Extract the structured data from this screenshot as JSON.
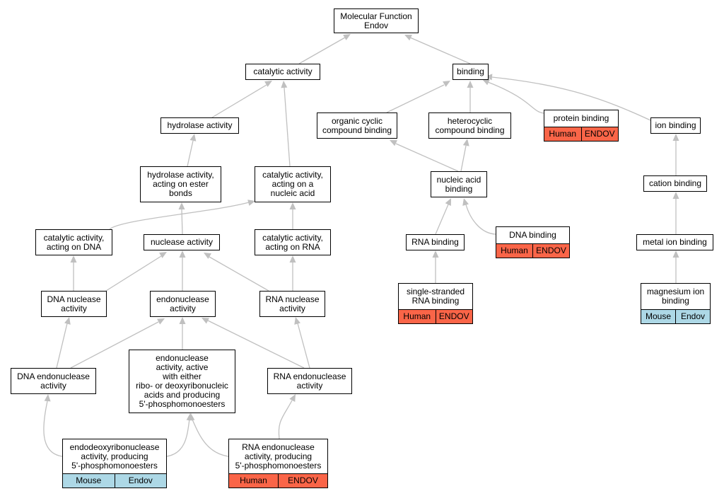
{
  "colors": {
    "human": "#fa6548",
    "mouse": "#add8e6",
    "edge": "#c0c0c0"
  },
  "nodes": {
    "root": "Molecular Function\nEndov",
    "catalytic": "catalytic activity",
    "binding": "binding",
    "hydrolase": "hydrolase activity",
    "organic_cyclic": "organic cyclic\ncompound binding",
    "heterocyclic": "heterocyclic\ncompound binding",
    "protein_binding": "protein binding",
    "ion_binding": "ion binding",
    "hydrolase_ester": "hydrolase activity,\nacting on ester\nbonds",
    "cat_nucleic": "catalytic activity,\nacting on a\nnucleic acid",
    "nucleic_binding": "nucleic acid\nbinding",
    "cation_binding": "cation binding",
    "cat_dna": "catalytic activity,\nacting on DNA",
    "nuclease": "nuclease activity",
    "cat_rna": "catalytic activity,\nacting on RNA",
    "rna_binding": "RNA binding",
    "dna_binding": "DNA binding",
    "metal_ion": "metal ion binding",
    "dna_nuclease": "DNA nuclease\nactivity",
    "endonuclease": "endonuclease\nactivity",
    "rna_nuclease": "RNA nuclease\nactivity",
    "ss_rna": "single-stranded\nRNA binding",
    "mg_ion": "magnesium ion\nbinding",
    "dna_endo": "DNA endonuclease\nactivity",
    "endo_either": "endonuclease\nactivity, active\nwith either\nribo- or deoxyribonucleic\nacids and producing\n5'-phosphomonoesters",
    "rna_endo": "RNA endonuclease\nactivity",
    "endodeoxy": "endodeoxyribonuclease\nactivity, producing\n5'-phosphomonoesters",
    "rna_endo_5p": "RNA endonuclease\nactivity, producing\n5'-phosphomonoesters"
  },
  "annotations": {
    "protein_binding": [
      "Human",
      "ENDOV"
    ],
    "dna_binding": [
      "Human",
      "ENDOV"
    ],
    "ss_rna": [
      "Human",
      "ENDOV"
    ],
    "mg_ion": [
      "Mouse",
      "Endov"
    ],
    "endodeoxy": [
      "Mouse",
      "Endov"
    ],
    "rna_endo_5p": [
      "Human",
      "ENDOV"
    ]
  }
}
